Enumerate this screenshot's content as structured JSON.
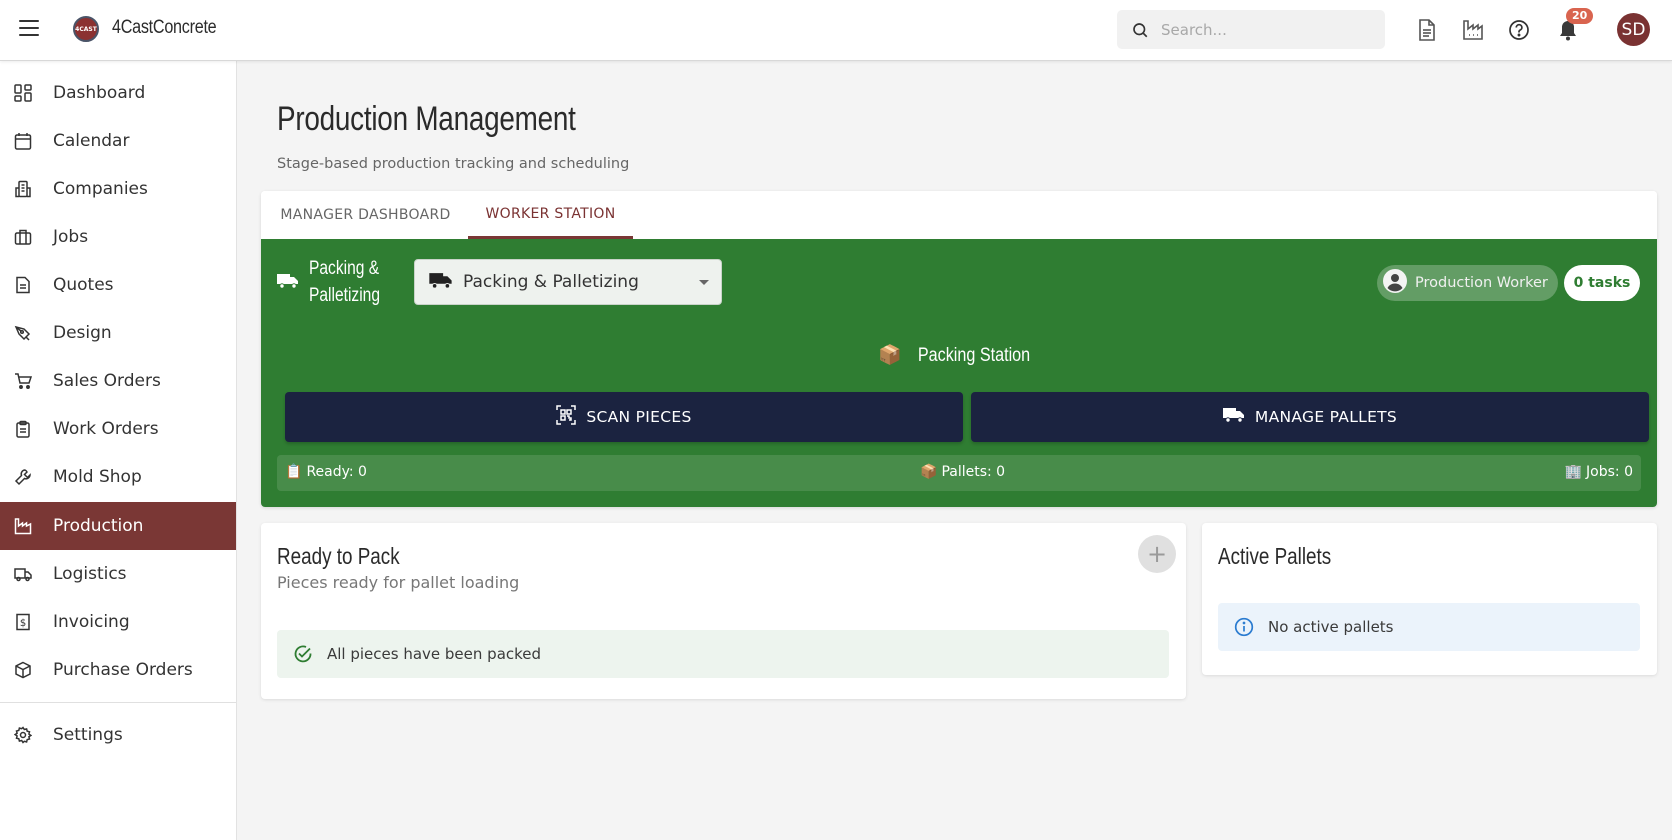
{
  "topbar": {
    "brand": "4CastConcrete",
    "logo_text": "4CAST",
    "search_placeholder": "Search...",
    "notifications_count": "20",
    "avatar_initials": "SD"
  },
  "sidebar": {
    "items": [
      {
        "label": "Dashboard",
        "icon": "dashboard-icon"
      },
      {
        "label": "Calendar",
        "icon": "calendar-icon"
      },
      {
        "label": "Companies",
        "icon": "companies-icon"
      },
      {
        "label": "Jobs",
        "icon": "briefcase-icon"
      },
      {
        "label": "Quotes",
        "icon": "document-icon"
      },
      {
        "label": "Design",
        "icon": "pen-tool-icon"
      },
      {
        "label": "Sales Orders",
        "icon": "cart-icon"
      },
      {
        "label": "Work Orders",
        "icon": "clipboard-icon"
      },
      {
        "label": "Mold Shop",
        "icon": "wrench-icon"
      },
      {
        "label": "Production",
        "icon": "factory-icon",
        "active": true
      },
      {
        "label": "Logistics",
        "icon": "truck-icon"
      },
      {
        "label": "Invoicing",
        "icon": "invoice-icon"
      },
      {
        "label": "Purchase Orders",
        "icon": "box-icon"
      }
    ],
    "settings_label": "Settings"
  },
  "page": {
    "title": "Production Management",
    "subtitle": "Stage-based production tracking and scheduling"
  },
  "tabs": [
    {
      "label": "MANAGER DASHBOARD",
      "active": false
    },
    {
      "label": "WORKER STATION",
      "active": true
    }
  ],
  "station": {
    "name": "Packing & Palletizing",
    "selected_stage": "Packing & Palletizing",
    "worker_role": "Production Worker",
    "tasks": "0 tasks",
    "title_emoji": "📦",
    "title": "Packing Station",
    "scan_button": "SCAN PIECES",
    "manage_button": "MANAGE PALLETS",
    "stats": {
      "ready_emoji": "📋",
      "ready": "Ready: 0",
      "pallets_emoji": "📦",
      "pallets": "Pallets: 0",
      "jobs_emoji": "🏢",
      "jobs": "Jobs: 0"
    }
  },
  "ready_to_pack": {
    "title": "Ready to Pack",
    "subtitle": "Pieces ready for pallet loading",
    "add_symbol": "+",
    "message": "All pieces have been packed"
  },
  "active_pallets": {
    "title": "Active Pallets",
    "message": "No active pallets"
  },
  "colors": {
    "brand": "#7a3735",
    "station_green": "#2f7d32",
    "button_navy": "#1b2340",
    "badge": "#d9644f"
  }
}
